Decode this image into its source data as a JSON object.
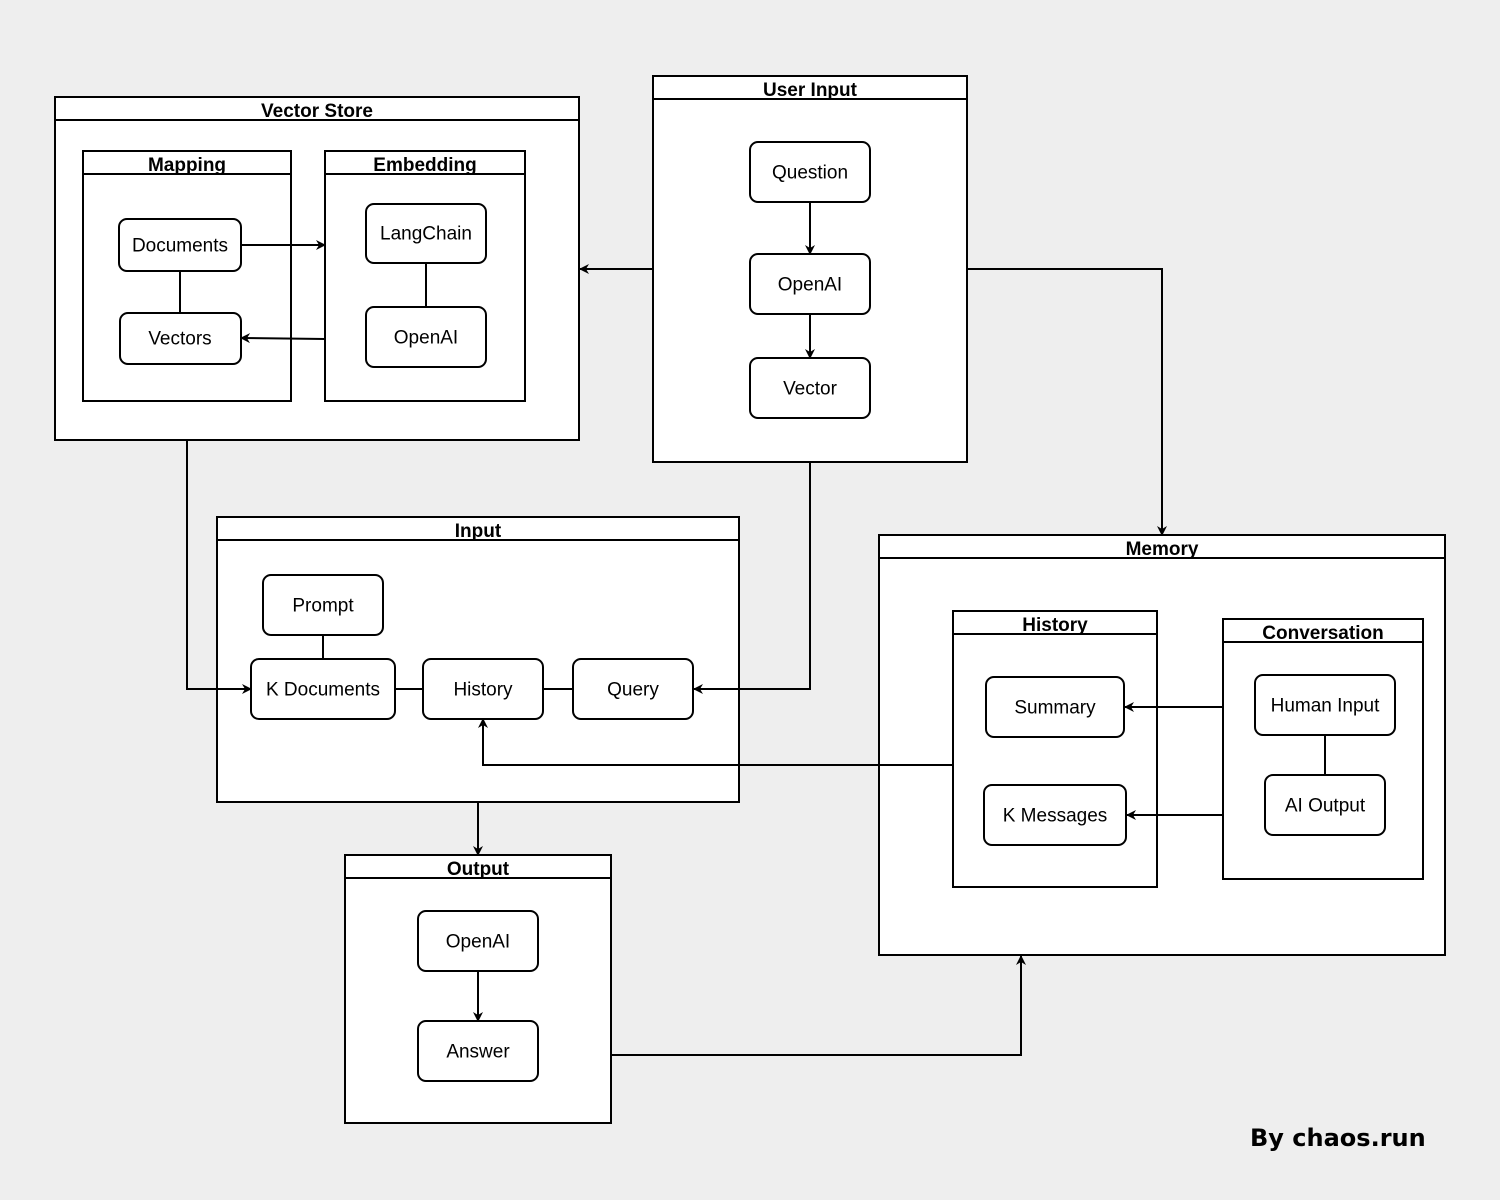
{
  "groups": {
    "vector_store": "Vector Store",
    "mapping": "Mapping",
    "embedding": "Embedding",
    "user_input": "User Input",
    "input": "Input",
    "output": "Output",
    "memory": "Memory",
    "memory_history": "History",
    "conversation": "Conversation"
  },
  "nodes": {
    "documents": "Documents",
    "vectors": "Vectors",
    "langchain": "LangChain",
    "embedding_openai": "OpenAI",
    "question": "Question",
    "user_openai": "OpenAI",
    "vector": "Vector",
    "prompt": "Prompt",
    "k_documents": "K Documents",
    "input_history": "History",
    "query": "Query",
    "output_openai": "OpenAI",
    "answer": "Answer",
    "summary": "Summary",
    "k_messages": "K Messages",
    "human_input": "Human Input",
    "ai_output": "AI Output"
  },
  "credit": "By chaos.run"
}
